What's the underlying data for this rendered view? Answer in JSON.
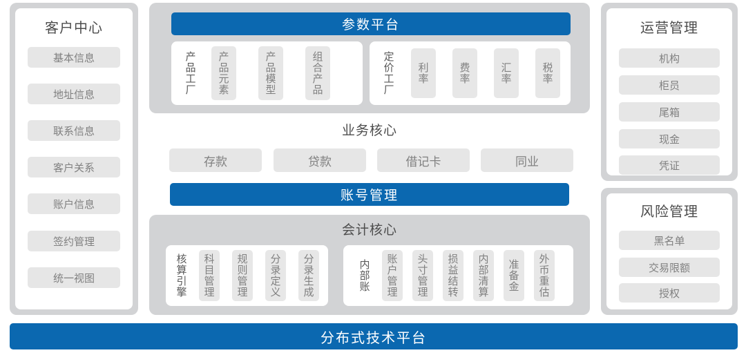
{
  "colors": {
    "brand_blue": "#0b68b0",
    "frame_gray": "#d2d3d5",
    "chip_gray": "#e6e6e6",
    "text_gray": "#808080",
    "title_gray": "#4d4d4d"
  },
  "customer_center": {
    "title": "客户中心",
    "items": [
      {
        "label": "基本信息"
      },
      {
        "label": "地址信息"
      },
      {
        "label": "联系信息"
      },
      {
        "label": "客户关系"
      },
      {
        "label": "账户信息"
      },
      {
        "label": "签约管理"
      },
      {
        "label": "统一视图"
      }
    ]
  },
  "parameter_platform": {
    "banner": "参数平台",
    "groups": [
      {
        "label": "产品工厂",
        "items": [
          {
            "label": "产品元素"
          },
          {
            "label": "产品模型"
          },
          {
            "label": "组合产品"
          }
        ]
      },
      {
        "label": "定价工厂",
        "items": [
          {
            "label": "利率"
          },
          {
            "label": "费率"
          },
          {
            "label": "汇率"
          },
          {
            "label": "税率"
          }
        ]
      }
    ]
  },
  "business_core": {
    "title": "业务核心",
    "items": [
      {
        "label": "存款"
      },
      {
        "label": "贷款"
      },
      {
        "label": "借记卡"
      },
      {
        "label": "同业"
      }
    ],
    "banner": "账号管理"
  },
  "accounting_core": {
    "title": "会计核心",
    "groups": [
      {
        "label": "核算引擎",
        "items": [
          {
            "label": "科目管理"
          },
          {
            "label": "规则管理"
          },
          {
            "label": "分录定义"
          },
          {
            "label": "分录生成"
          }
        ]
      },
      {
        "label": "内部账",
        "items": [
          {
            "label": "账户管理"
          },
          {
            "label": "头寸管理"
          },
          {
            "label": "损益结转"
          },
          {
            "label": "内部清算"
          },
          {
            "label": "准备金"
          },
          {
            "label": "外币重估"
          }
        ]
      }
    ]
  },
  "operations_management": {
    "title": "运营管理",
    "items": [
      {
        "label": "机构"
      },
      {
        "label": "柜员"
      },
      {
        "label": "尾箱"
      },
      {
        "label": "现金"
      },
      {
        "label": "凭证"
      }
    ]
  },
  "risk_management": {
    "title": "风险管理",
    "items": [
      {
        "label": "黑名单"
      },
      {
        "label": "交易限额"
      },
      {
        "label": "授权"
      }
    ]
  },
  "footer": {
    "banner": "分布式技术平台"
  }
}
